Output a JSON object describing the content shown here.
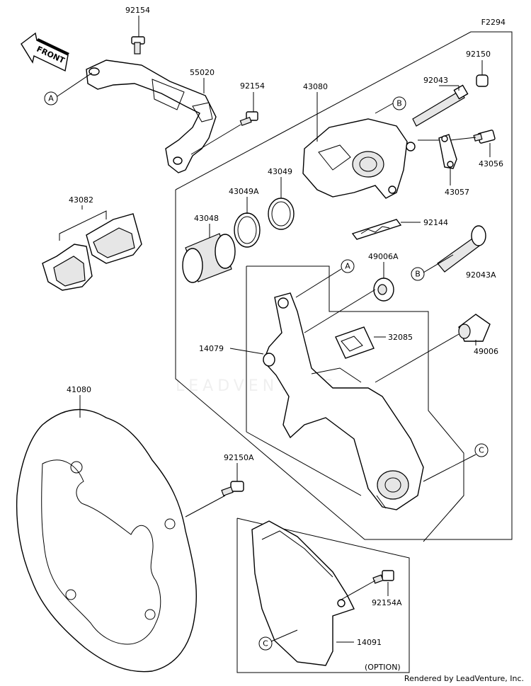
{
  "figure_id": "F2294",
  "footer": "Rendered by LeadVenture, Inc.",
  "watermark": "LEADVENTURE",
  "front_arrow_label": "FRONT",
  "option_label": "(OPTION)",
  "callouts": {
    "a": "A",
    "b": "B",
    "c": "C"
  },
  "parts": {
    "p92154_top": "92154",
    "p55020": "55020",
    "p92154_mid": "92154",
    "p43080": "43080",
    "p92150": "92150",
    "p92043": "92043",
    "p43056": "43056",
    "p43057": "43057",
    "p43082": "43082",
    "p43049": "43049",
    "p43049A": "43049A",
    "p43048": "43048",
    "p92144": "92144",
    "p49006A": "49006A",
    "p92043A": "92043A",
    "p14079": "14079",
    "p32085": "32085",
    "p49006": "49006",
    "p41080": "41080",
    "p92150A": "92150A",
    "p92154A": "92154A",
    "p14091": "14091"
  }
}
